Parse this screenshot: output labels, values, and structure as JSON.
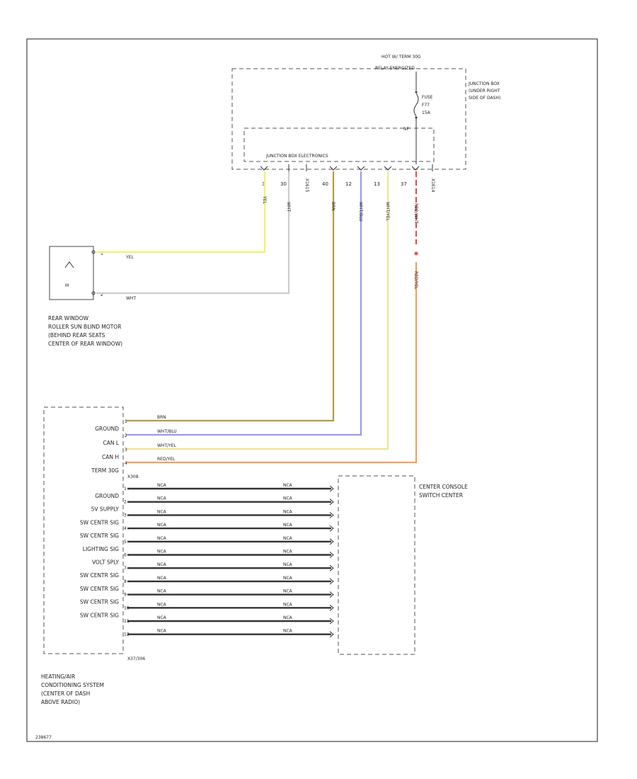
{
  "junction_box": {
    "hot_label": "HOT W/ TERM 30G",
    "relay_label": "RELAY ENERGIZED",
    "location_lines": [
      "JUNCTION BOX",
      "(UNDER RIGHT",
      "SIDE OF DASH)"
    ],
    "fuse_lines": [
      "FUSE",
      "F77",
      "15A"
    ],
    "electronics_label": "JUNCTION BOX ELECTRONICS",
    "pins": [
      "3",
      "30",
      "",
      "40",
      "12",
      "13",
      "37",
      ""
    ],
    "connectors": [
      "X1615",
      "X1614"
    ]
  },
  "rear_motor": {
    "pins": [
      "1",
      "2"
    ],
    "label_lines": [
      "REAR WINDOW",
      "ROLLER SUN BLIND MOTOR",
      "(BEHIND REAR SEATS",
      "CENTER OF REAR WINDOW)"
    ]
  },
  "wires": {
    "yel": "YEL",
    "wht": "WHT",
    "brn": "BRN",
    "wht_blu": "WHT/BLU",
    "wht_yel": "WHT/YEL",
    "red_yel": "RED/YEL",
    "red_wht": "RED/WHT"
  },
  "hvac": {
    "connector_top": "X308",
    "connector_bottom": "X37/306",
    "label_lines": [
      "HEATING/AIR",
      "CONDITIONING SYSTEM",
      "(CENTER OF DASH",
      "ABOVE RADIO)"
    ],
    "upper_pins": [
      {
        "pin": "1",
        "label": "GROUND",
        "wire": "BRN"
      },
      {
        "pin": "2",
        "label": "CAN L",
        "wire": "WHT/BLU"
      },
      {
        "pin": "3",
        "label": "CAN H",
        "wire": "WHT/YEL"
      },
      {
        "pin": "4",
        "label": "TERM 30G",
        "wire": "RED/YEL"
      }
    ],
    "lower_pins": [
      {
        "pin": "1",
        "label": "GROUND",
        "wire": "NCA"
      },
      {
        "pin": "2",
        "label": "5V SUPPLY",
        "wire": "NCA"
      },
      {
        "pin": "3",
        "label": "SW CENTR SIG",
        "wire": "NCA"
      },
      {
        "pin": "4",
        "label": "SW CENTR SIG",
        "wire": "NCA"
      },
      {
        "pin": "5",
        "label": "LIGHTING SIG",
        "wire": "NCA"
      },
      {
        "pin": "6",
        "label": "VOLT SPLY",
        "wire": "NCA"
      },
      {
        "pin": "7",
        "label": "SW CENTR SIG",
        "wire": "NCA"
      },
      {
        "pin": "8",
        "label": "SW CENTR SIG",
        "wire": "NCA"
      },
      {
        "pin": "9",
        "label": "SW CENTR SIG",
        "wire": "NCA"
      },
      {
        "pin": "10",
        "label": "SW CENTR SIG",
        "wire": "NCA"
      },
      {
        "pin": "11",
        "label": "",
        "wire": "NCA"
      },
      {
        "pin": "12",
        "label": "",
        "wire": "NCA"
      }
    ]
  },
  "center_console": {
    "label_lines": [
      "CENTER CONSOLE",
      "SWITCH CENTER"
    ]
  },
  "figure_id": "238677",
  "colors": {
    "yel": "#f2f26a",
    "wht": "#cccccc",
    "brn": "#b59a4a",
    "wht_blu": "#9a9aee",
    "wht_yel": "#e8e890",
    "red_yel": "#f0a060",
    "red_wht": "#e05050",
    "nca": "#333333"
  }
}
